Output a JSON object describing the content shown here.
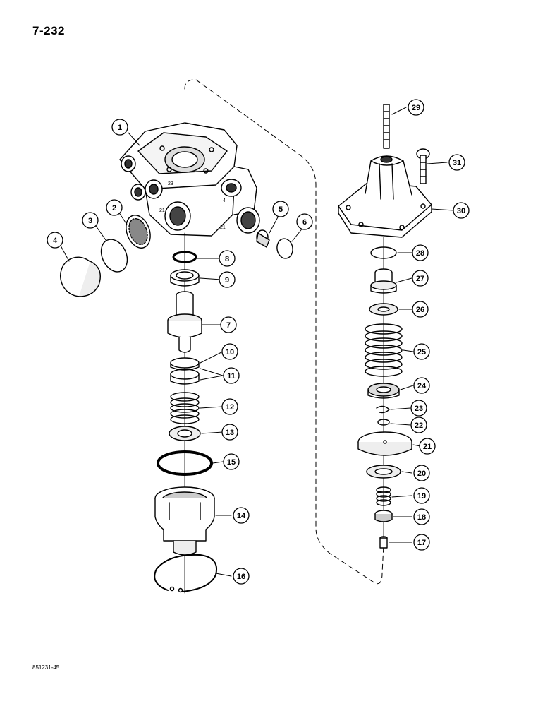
{
  "page": {
    "number": "7-232",
    "drawing_code": "851231-45"
  },
  "callouts": [
    {
      "id": "c1",
      "label": "1"
    },
    {
      "id": "c2",
      "label": "2"
    },
    {
      "id": "c3",
      "label": "3"
    },
    {
      "id": "c4",
      "label": "4"
    },
    {
      "id": "c5",
      "label": "5"
    },
    {
      "id": "c6",
      "label": "6"
    },
    {
      "id": "c7",
      "label": "7"
    },
    {
      "id": "c8",
      "label": "8"
    },
    {
      "id": "c9",
      "label": "9"
    },
    {
      "id": "c10",
      "label": "10"
    },
    {
      "id": "c11",
      "label": "11"
    },
    {
      "id": "c12",
      "label": "12"
    },
    {
      "id": "c13",
      "label": "13"
    },
    {
      "id": "c14",
      "label": "14"
    },
    {
      "id": "c15",
      "label": "15"
    },
    {
      "id": "c16",
      "label": "16"
    },
    {
      "id": "c17",
      "label": "17"
    },
    {
      "id": "c18",
      "label": "18"
    },
    {
      "id": "c19",
      "label": "19"
    },
    {
      "id": "c20",
      "label": "20"
    },
    {
      "id": "c21",
      "label": "21"
    },
    {
      "id": "c22",
      "label": "22"
    },
    {
      "id": "c23",
      "label": "23"
    },
    {
      "id": "c24",
      "label": "24"
    },
    {
      "id": "c25",
      "label": "25"
    },
    {
      "id": "c26",
      "label": "26"
    },
    {
      "id": "c27",
      "label": "27"
    },
    {
      "id": "c28",
      "label": "28"
    },
    {
      "id": "c29",
      "label": "29"
    },
    {
      "id": "c30",
      "label": "30"
    },
    {
      "id": "c31",
      "label": "31"
    }
  ],
  "port_marks": [
    "23",
    "4",
    "21",
    "21"
  ],
  "colors": {
    "ink": "#000000",
    "paper": "#ffffff",
    "shade": "#555555"
  }
}
